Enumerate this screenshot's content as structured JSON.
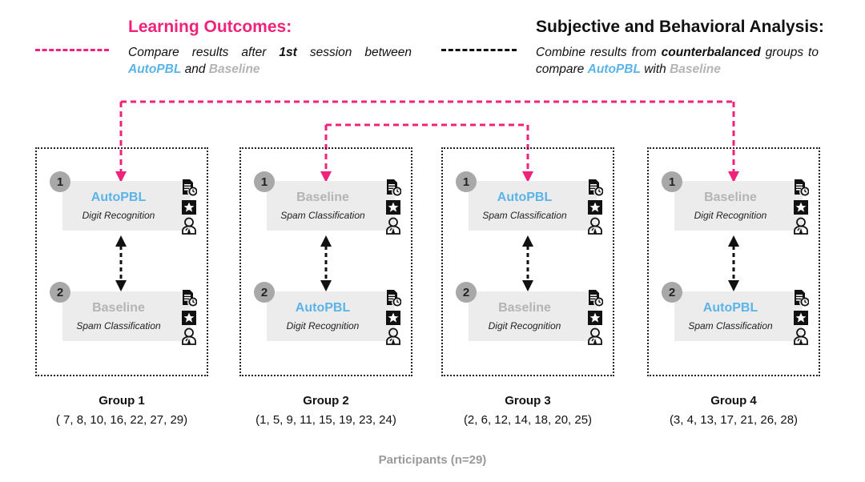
{
  "legend": {
    "learning": {
      "title": "Learning Outcomes:",
      "desc_a": "Compare results after ",
      "desc_b": "1st",
      "desc_c": " session between ",
      "desc_d": "AutoPBL",
      "desc_e": " and ",
      "desc_f": "Baseline",
      "color": "#f0237a"
    },
    "subjective": {
      "title": "Subjective and Behavioral Analysis:",
      "desc_a": "Combine results from ",
      "desc_b": "counterbalanced",
      "desc_c": " groups to compare ",
      "desc_d": "AutoPBL",
      "desc_e": " with ",
      "desc_f": "Baseline",
      "color": "#111111"
    }
  },
  "colors": {
    "autopbl": "#5ab4e8",
    "baseline": "#b4b4b4",
    "session_bg": "#ececec",
    "badge": "#a8a8a8"
  },
  "session_icons": [
    "document-clock-icon",
    "star-icon",
    "person-icon"
  ],
  "groups": [
    {
      "label": "Group 1",
      "participants": "( 7, 8, 10, 16, 22, 27, 29)",
      "sessions": [
        {
          "number": "1",
          "condition": "AutoPBL",
          "condition_key": "autopbl",
          "task": "Digit Recognition"
        },
        {
          "number": "2",
          "condition": "Baseline",
          "condition_key": "baseline",
          "task": "Spam Classification"
        }
      ]
    },
    {
      "label": "Group 2",
      "participants": "(1, 5, 9, 11, 15, 19, 23, 24)",
      "sessions": [
        {
          "number": "1",
          "condition": "Baseline",
          "condition_key": "baseline",
          "task": "Spam Classification"
        },
        {
          "number": "2",
          "condition": "AutoPBL",
          "condition_key": "autopbl",
          "task": "Digit Recognition"
        }
      ]
    },
    {
      "label": "Group 3",
      "participants": "(2, 6, 12, 14, 18, 20, 25)",
      "sessions": [
        {
          "number": "1",
          "condition": "AutoPBL",
          "condition_key": "autopbl",
          "task": "Spam Classification"
        },
        {
          "number": "2",
          "condition": "Baseline",
          "condition_key": "baseline",
          "task": "Digit Recognition"
        }
      ]
    },
    {
      "label": "Group 4",
      "participants": "(3, 4, 13, 17, 21, 26, 28)",
      "sessions": [
        {
          "number": "1",
          "condition": "Baseline",
          "condition_key": "baseline",
          "task": "Digit Recognition"
        },
        {
          "number": "2",
          "condition": "AutoPBL",
          "condition_key": "autopbl",
          "task": "Spam Classification"
        }
      ]
    }
  ],
  "connections": [
    {
      "type": "learning-outcomes",
      "from_group": 1,
      "to_group": 4
    },
    {
      "type": "learning-outcomes",
      "from_group": 2,
      "to_group": 3
    }
  ],
  "footer": "Participants (n=29)"
}
